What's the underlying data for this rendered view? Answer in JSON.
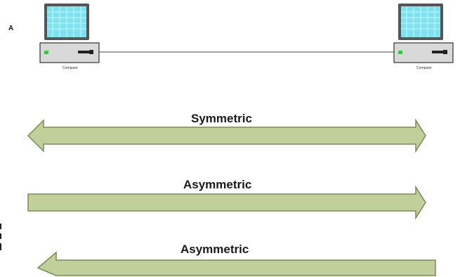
{
  "node_label": "A",
  "computers": [
    {
      "id": "left",
      "caption": "Computer"
    },
    {
      "id": "right",
      "caption": "Computer"
    }
  ],
  "arrows": [
    {
      "label": "Symmetric",
      "direction": "both"
    },
    {
      "label": "Asymmetric",
      "direction": "right"
    },
    {
      "label": "Asymmetric",
      "direction": "left"
    }
  ],
  "colors": {
    "arrow_fill": "#c1d09a",
    "arrow_stroke": "#7a8a52",
    "screen": "#7fe3ef",
    "screen_grid": "#c8f4fa",
    "link_line": "#444444"
  }
}
